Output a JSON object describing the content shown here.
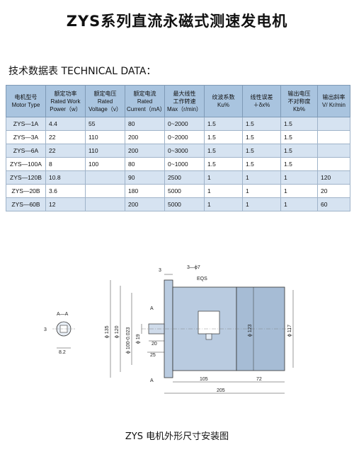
{
  "title": "ZYS系列直流永磁式测速发电机",
  "section_heading": "技术数据表 TECHNICAL DATA：",
  "table": {
    "headers": [
      [
        "电机型号",
        "Motor Type"
      ],
      [
        "额定功率",
        "Rated Work",
        "Power（w）"
      ],
      [
        "额定电压",
        "Rated",
        "Voltage（v）"
      ],
      [
        "额定电流",
        "Rated",
        "Current（mA）"
      ],
      [
        "最大线性",
        "工作转速",
        "Max（r/min）"
      ],
      [
        "纹波系数",
        "Ku%"
      ],
      [
        "线性误差",
        "＋δx%"
      ],
      [
        "输出电压",
        "不对称度",
        "Kb%"
      ],
      [
        "输出斜率",
        "V/ Kr/min"
      ]
    ],
    "rows": [
      [
        "ZYS—1A",
        "4.4",
        "55",
        "80",
        "0~2000",
        "1.5",
        "1.5",
        "1.5",
        ""
      ],
      [
        "ZYS—3A",
        "22",
        "110",
        "200",
        "0~2000",
        "1.5",
        "1.5",
        "1.5",
        ""
      ],
      [
        "ZYS—6A",
        "22",
        "110",
        "200",
        "0~3000",
        "1.5",
        "1.5",
        "1.5",
        ""
      ],
      [
        "ZYS—100A",
        "8",
        "100",
        "80",
        "0~1000",
        "1.5",
        "1.5",
        "1.5",
        ""
      ],
      [
        "ZYS—120B",
        "10.8",
        "",
        "90",
        "2500",
        "1",
        "1",
        "1",
        "120"
      ],
      [
        "ZYS—20B",
        "3.6",
        "",
        "180",
        "5000",
        "1",
        "1",
        "1",
        "20"
      ],
      [
        "ZYS—60B",
        "12",
        "",
        "200",
        "5000",
        "1",
        "1",
        "1",
        "60"
      ]
    ]
  },
  "drawing": {
    "section_label": "A—A",
    "dim_key": "3",
    "dim_shaft": "8.2",
    "dim_flange_t": "3",
    "dim_holes": "3—ϕ7",
    "dim_eqs": "EQS",
    "dim_d135": "ϕ 135",
    "dim_d120": "ϕ 120",
    "dim_d100": "ϕ 100-0.023",
    "dim_d19": "ϕ 19",
    "dim_20": "20",
    "dim_25": "25",
    "dim_d123": "ϕ 123",
    "dim_d117": "ϕ 117",
    "dim_105": "105",
    "dim_72": "72",
    "dim_205": "205",
    "dim_a_top": "A",
    "dim_a_bottom": "A"
  },
  "caption": "ZYS 电机外形尺寸安装图"
}
